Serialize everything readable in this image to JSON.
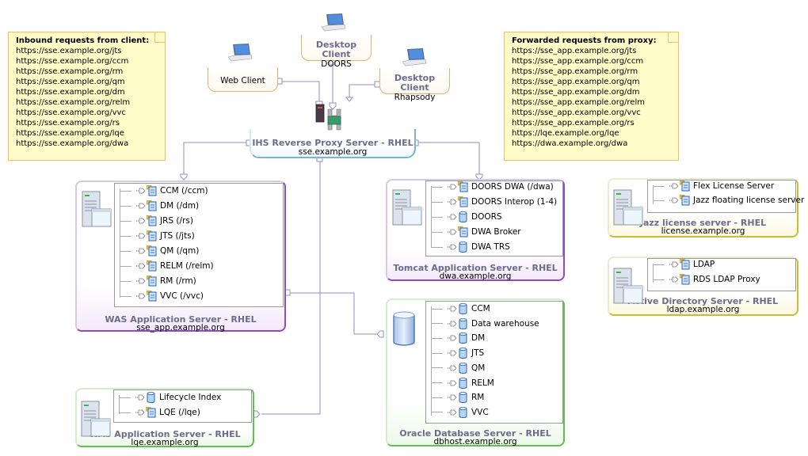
{
  "notes": {
    "inbound": {
      "title": "Inbound requests from client:",
      "urls": [
        "https://sse.example.org/jts",
        "https://sse.example.org/ccm",
        "https://sse.example.org/rm",
        "https://sse.example.org/qm",
        "https://sse.example.org/dm",
        "https://sse.example.org/relm",
        "https://sse.example.org/vvc",
        "https://sse.example.org/rs",
        "https://sse.example.org/lqe",
        "https://sse.example.org/dwa"
      ]
    },
    "forwarded": {
      "title": "Forwarded requests from proxy:",
      "urls": [
        "https://sse_app.example.org/jts",
        "https://sse_app.example.org/ccm",
        "https://sse_app.example.org/rm",
        "https://sse_app.example.org/qm",
        "https://sse_app.example.org/dm",
        "https://sse_app.example.org/relm",
        "https://sse_app.example.org/vvc",
        "https://sse_app.example.org/rs",
        "https://lqe.example.org/lqe",
        "https://dwa.example.org/dwa"
      ]
    }
  },
  "clients": {
    "web": {
      "title": "",
      "subtitle": "Web Client"
    },
    "doors": {
      "title": "Desktop Client",
      "subtitle": "DOORS"
    },
    "rhapsody": {
      "title": "Desktop Client",
      "subtitle": "Rhapsody"
    }
  },
  "proxy": {
    "title": "IHS Reverse Proxy Server - RHEL",
    "host": "sse.example.org"
  },
  "servers": {
    "was_main": {
      "title": "WAS Application Server - RHEL",
      "host": "sse_app.example.org",
      "items": [
        {
          "label": "CCM (/ccm)",
          "type": "component"
        },
        {
          "label": "DM (/dm)",
          "type": "component"
        },
        {
          "label": "JRS (/rs)",
          "type": "component"
        },
        {
          "label": "JTS (/jts)",
          "type": "component"
        },
        {
          "label": "QM (/qm)",
          "type": "component"
        },
        {
          "label": "RELM (/relm)",
          "type": "component"
        },
        {
          "label": "RM (/rm)",
          "type": "component"
        },
        {
          "label": "VVC (/vvc)",
          "type": "component"
        }
      ]
    },
    "tomcat": {
      "title": "Tomcat Application Server - RHEL",
      "host": "dwa.example.org",
      "items": [
        {
          "label": "DOORS DWA (/dwa)",
          "type": "component"
        },
        {
          "label": "DOORS Interop (1-4)",
          "type": "component"
        },
        {
          "label": "DOORS",
          "type": "database"
        },
        {
          "label": "DWA Broker",
          "type": "component"
        },
        {
          "label": "DWA TRS",
          "type": "database"
        }
      ]
    },
    "license": {
      "title": "Jazz license server - RHEL",
      "host": "license.example.org",
      "items": [
        {
          "label": "Flex License Server",
          "type": "component"
        },
        {
          "label": "Jazz floating license server",
          "type": "component"
        }
      ]
    },
    "ldap": {
      "title": "Active Directory Server - RHEL",
      "host": "ldap.example.org",
      "items": [
        {
          "label": "LDAP",
          "type": "component"
        },
        {
          "label": "RDS LDAP Proxy",
          "type": "component"
        }
      ]
    },
    "oracle": {
      "title": "Oracle Database Server - RHEL",
      "host": "dbhost.example.org",
      "items": [
        {
          "label": "CCM",
          "type": "database"
        },
        {
          "label": "Data warehouse",
          "type": "database"
        },
        {
          "label": "DM",
          "type": "database"
        },
        {
          "label": "JTS",
          "type": "database"
        },
        {
          "label": "QM",
          "type": "database"
        },
        {
          "label": "RELM",
          "type": "database"
        },
        {
          "label": "RM",
          "type": "database"
        },
        {
          "label": "VVC",
          "type": "database"
        }
      ]
    },
    "was_lqe": {
      "title": "WAS Application Server - RHEL",
      "host": "lqe.example.org",
      "items": [
        {
          "label": "Lifecycle Index",
          "type": "database"
        },
        {
          "label": "LQE (/lqe)",
          "type": "component"
        }
      ]
    }
  },
  "colors": {
    "connector": "#8f8fc8",
    "title_text": "#6b6b8c",
    "note_fill": "#fffbc8",
    "note_border": "#f0c060"
  }
}
